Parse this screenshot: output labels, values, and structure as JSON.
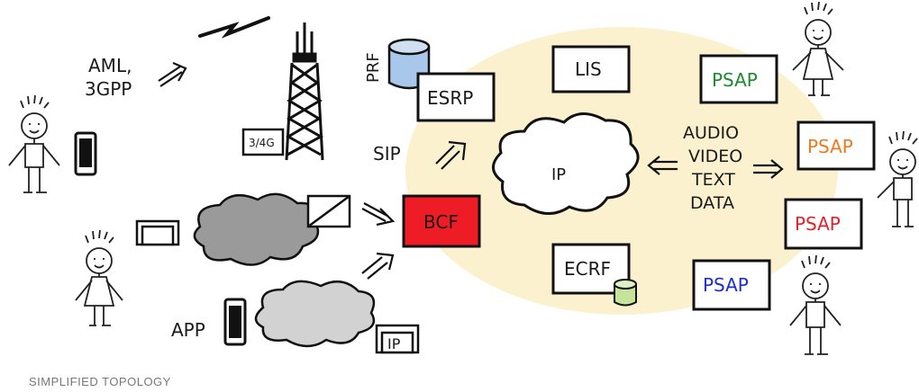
{
  "labels": {
    "aml_line1": "AML,",
    "aml_line2": "3GPP",
    "tower_badge": "3/4G",
    "prf": "PRF",
    "esrp": "ESRP",
    "sip": "SIP",
    "bcf": "BCF",
    "lis": "LIS",
    "ip_cloud": "IP",
    "ecrf": "ECRF",
    "app": "APP",
    "ip_phone": "IP",
    "media": [
      "AUDIO",
      "VIDEO",
      "TEXT",
      "DATA"
    ],
    "psaps": [
      {
        "label": "PSAP",
        "color": "#1f8a2e"
      },
      {
        "label": "PSAP",
        "color": "#ee7a1e"
      },
      {
        "label": "PSAP",
        "color": "#e3212b"
      },
      {
        "label": "PSAP",
        "color": "#1b2fc9"
      }
    ],
    "caption": "SIMPLIFIED TOPOLOGY"
  },
  "colors": {
    "bcf_fill": "#ee1c24",
    "halo": "#fbf1cf",
    "db_blue": "#a8c7ea",
    "db_green": "#c6e39c",
    "cloud_dark": "#9a9a9a",
    "cloud_light": "#d2d2d2"
  }
}
